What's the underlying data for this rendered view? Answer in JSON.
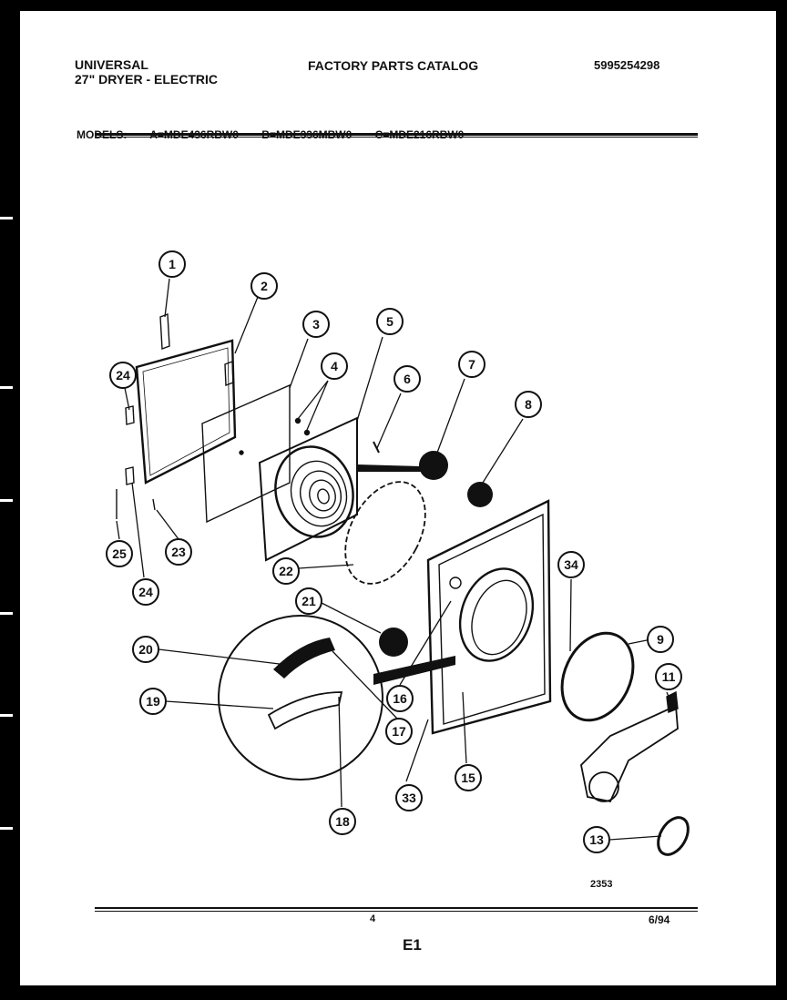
{
  "header": {
    "brand": "UNIVERSAL",
    "product": "27\" DRYER - ELECTRIC",
    "catalog_title": "FACTORY PARTS CATALOG",
    "catalog_number": "5995254298"
  },
  "models": {
    "label": "MODELS:",
    "a": "A=MDE436RBW0",
    "b": "B=MDE336MBW0",
    "c": "C=MDE216RBW0"
  },
  "callouts": [
    "1",
    "2",
    "3",
    "4",
    "5",
    "6",
    "7",
    "8",
    "9",
    "11",
    "13",
    "15",
    "16",
    "17",
    "18",
    "19",
    "20",
    "21",
    "22",
    "23",
    "24",
    "24",
    "25",
    "33",
    "34"
  ],
  "footer": {
    "figure_number": "2353",
    "page_number": "4",
    "date": "6/94",
    "sheet": "E1"
  }
}
